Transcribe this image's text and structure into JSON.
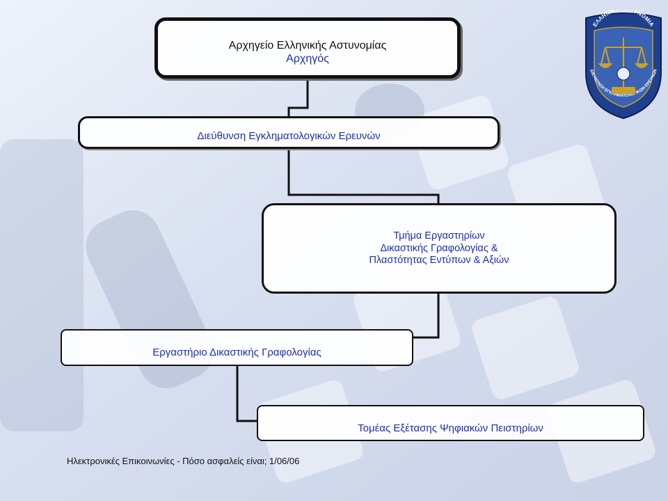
{
  "org_chart": {
    "chief": {
      "line1": "Αρχηγείο Ελληνικής Αστυνομίας",
      "line2": "Αρχηγός"
    },
    "directorate": {
      "label": "Διεύθυνση Εγκληματολογικών Ερευνών"
    },
    "department": {
      "line1": "Τμήμα Εργαστηρίων",
      "line2": "Δικαστικής Γραφολογίας &",
      "line3": "Πλαστότητας Εντύπων & Αξιών"
    },
    "laboratory": {
      "label": "Εργαστήριο Δικαστικής Γραφολογίας"
    },
    "sector": {
      "label": "Τομέας Εξέτασης Ψηφιακών Πειστηρίων"
    }
  },
  "emblem": {
    "top_text": "ΕΛΛΗΝΙΚΗ ΑΣΤΥΝΟΜΙΑ",
    "ring_text": "ΔΙΕΥΘΥΝΣΗ ΕΓΚΛΗΜΑΤΟΛΟΓΙΚΩΝ ΕΡΕΥΝΩΝ",
    "shield_color": "#1f3f8f",
    "gold_color": "#c9a227"
  },
  "footer": {
    "text": "Ηλεκτρονικές Επικοινωνίες - Πόσο ασφαλείς είναι; 1/06/06"
  },
  "colors": {
    "box_text": "#1b2fb0",
    "border": "#111111"
  }
}
